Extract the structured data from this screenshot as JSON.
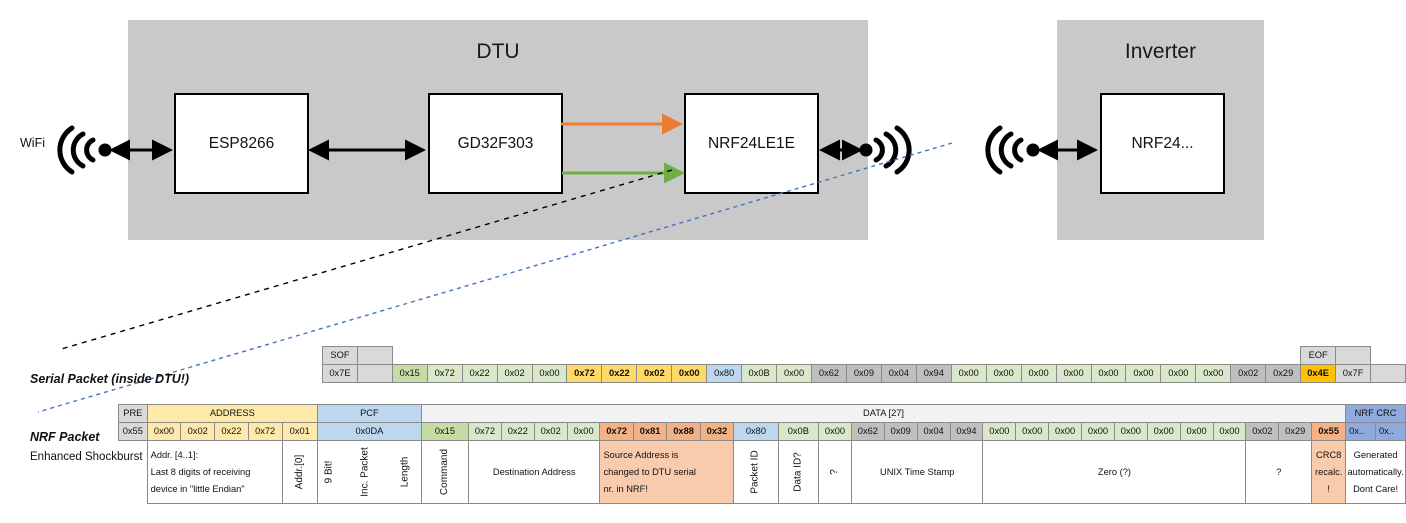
{
  "diagram": {
    "dtu": {
      "title": "DTU",
      "chips": [
        "ESP8266",
        "GD32F303",
        "NRF24LE1E"
      ],
      "wifi_label": "WiFi"
    },
    "inverter": {
      "title": "Inverter",
      "chips": [
        "NRF24..."
      ]
    },
    "arrow_colors": {
      "tx": "#ed7d31",
      "rx": "#70ad47",
      "link": "#000000"
    }
  },
  "serial_packet": {
    "label": "Serial Packet (inside DTU!)",
    "sof_header": "SOF",
    "sof_value": "0x7E",
    "eof_header": "EOF",
    "eof_value": "0x7F",
    "bytes": [
      {
        "v": "0x15",
        "c": "f-greend",
        "b": false
      },
      {
        "v": "0x72",
        "c": "f-green",
        "b": false
      },
      {
        "v": "0x22",
        "c": "f-green",
        "b": false
      },
      {
        "v": "0x02",
        "c": "f-green",
        "b": false
      },
      {
        "v": "0x00",
        "c": "f-green",
        "b": false
      },
      {
        "v": "0x72",
        "c": "f-yellow",
        "b": true
      },
      {
        "v": "0x22",
        "c": "f-yellow",
        "b": true
      },
      {
        "v": "0x02",
        "c": "f-yellow",
        "b": true
      },
      {
        "v": "0x00",
        "c": "f-yellow",
        "b": true
      },
      {
        "v": "0x80",
        "c": "f-blue",
        "b": false
      },
      {
        "v": "0x0B",
        "c": "f-green",
        "b": false
      },
      {
        "v": "0x00",
        "c": "f-green",
        "b": false
      },
      {
        "v": "0x62",
        "c": "f-darkgrey",
        "b": false
      },
      {
        "v": "0x09",
        "c": "f-darkgrey",
        "b": false
      },
      {
        "v": "0x04",
        "c": "f-darkgrey",
        "b": false
      },
      {
        "v": "0x94",
        "c": "f-darkgrey",
        "b": false
      },
      {
        "v": "0x00",
        "c": "f-green",
        "b": false
      },
      {
        "v": "0x00",
        "c": "f-green",
        "b": false
      },
      {
        "v": "0x00",
        "c": "f-green",
        "b": false
      },
      {
        "v": "0x00",
        "c": "f-green",
        "b": false
      },
      {
        "v": "0x00",
        "c": "f-green",
        "b": false
      },
      {
        "v": "0x00",
        "c": "f-green",
        "b": false
      },
      {
        "v": "0x00",
        "c": "f-green",
        "b": false
      },
      {
        "v": "0x00",
        "c": "f-green",
        "b": false
      },
      {
        "v": "0x02",
        "c": "f-darkgrey",
        "b": false
      },
      {
        "v": "0x29",
        "c": "f-darkgrey",
        "b": false
      },
      {
        "v": "0x4E",
        "c": "f-orange",
        "b": true
      }
    ]
  },
  "nrf_packet": {
    "label": "NRF Packet",
    "sublabel": "Enhanced Shockburst",
    "headers": {
      "pre": "PRE",
      "address": "ADDRESS",
      "pcf": "PCF",
      "data": "DATA [27]",
      "crc": "NRF CRC"
    },
    "pre_value": "0x55",
    "address_values": [
      "0x00",
      "0x02",
      "0x22",
      "0x72",
      "0x01"
    ],
    "pcf_value": "0x0DA",
    "crc_values": [
      "0x..",
      "0x.."
    ],
    "bytes": [
      {
        "v": "0x15",
        "c": "f-greend",
        "b": false
      },
      {
        "v": "0x72",
        "c": "f-green",
        "b": false
      },
      {
        "v": "0x22",
        "c": "f-green",
        "b": false
      },
      {
        "v": "0x02",
        "c": "f-green",
        "b": false
      },
      {
        "v": "0x00",
        "c": "f-green",
        "b": false
      },
      {
        "v": "0x72",
        "c": "f-salmond",
        "b": true
      },
      {
        "v": "0x81",
        "c": "f-salmond",
        "b": true
      },
      {
        "v": "0x88",
        "c": "f-salmond",
        "b": true
      },
      {
        "v": "0x32",
        "c": "f-salmond",
        "b": true
      },
      {
        "v": "0x80",
        "c": "f-blue",
        "b": false
      },
      {
        "v": "0x0B",
        "c": "f-green",
        "b": false
      },
      {
        "v": "0x00",
        "c": "f-green",
        "b": false
      },
      {
        "v": "0x62",
        "c": "f-darkgrey",
        "b": false
      },
      {
        "v": "0x09",
        "c": "f-darkgrey",
        "b": false
      },
      {
        "v": "0x04",
        "c": "f-darkgrey",
        "b": false
      },
      {
        "v": "0x94",
        "c": "f-darkgrey",
        "b": false
      },
      {
        "v": "0x00",
        "c": "f-green",
        "b": false
      },
      {
        "v": "0x00",
        "c": "f-green",
        "b": false
      },
      {
        "v": "0x00",
        "c": "f-green",
        "b": false
      },
      {
        "v": "0x00",
        "c": "f-green",
        "b": false
      },
      {
        "v": "0x00",
        "c": "f-green",
        "b": false
      },
      {
        "v": "0x00",
        "c": "f-green",
        "b": false
      },
      {
        "v": "0x00",
        "c": "f-green",
        "b": false
      },
      {
        "v": "0x00",
        "c": "f-green",
        "b": false
      },
      {
        "v": "0x02",
        "c": "f-darkgrey",
        "b": false
      },
      {
        "v": "0x29",
        "c": "f-darkgrey",
        "b": false
      },
      {
        "v": "0x55",
        "c": "f-salmond",
        "b": true
      }
    ],
    "descriptions": {
      "address": "Addr. [4..1]:\nLast 8 digits of receiving device in \"little Endian\"",
      "address_line1": "Addr. [4..1]:",
      "address_line2": "Last 8 digits of receiving",
      "address_line3": "device in \"little Endian\"",
      "addr0": "Addr.[0]",
      "pcf_l1": "9 Bit!",
      "pcf_l2": "Inc. Packet",
      "pcf_l3": "Length",
      "command": "Command",
      "destination": "Destination Address",
      "source_l1": "Source Address is",
      "source_l2": "changed to DTU serial",
      "source_l3": "nr. in NRF!",
      "packet_id": "Packet ID",
      "data_id": "Data ID?",
      "unknown1": "?",
      "unix": "UNIX Time Stamp",
      "zero": "Zero (?)",
      "unknown2": "?",
      "crc8_l1": "CRC8",
      "crc8_l2": "recalc.",
      "crc8_l3": "!",
      "crc_l1": "Generated",
      "crc_l2": "automatically.",
      "crc_l3": "Dont Care!"
    }
  }
}
